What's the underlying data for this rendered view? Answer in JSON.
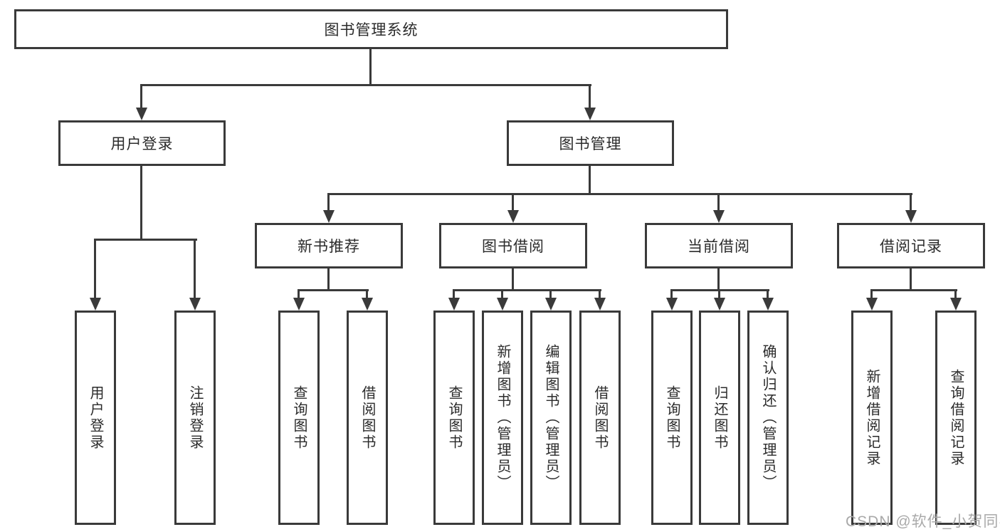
{
  "diagram": {
    "title_node": "图书管理系统",
    "level2": [
      {
        "label": "用户登录"
      },
      {
        "label": "图书管理"
      }
    ],
    "level3": [
      {
        "label": "新书推荐",
        "parent": "图书管理"
      },
      {
        "label": "图书借阅",
        "parent": "图书管理"
      },
      {
        "label": "当前借阅",
        "parent": "图书管理"
      },
      {
        "label": "借阅记录",
        "parent": "图书管理"
      }
    ],
    "leaves": [
      {
        "label": "用户登录",
        "parent": "用户登录"
      },
      {
        "label": "注销登录",
        "parent": "用户登录"
      },
      {
        "label": "查询图书",
        "parent": "新书推荐"
      },
      {
        "label": "借阅图书",
        "parent": "新书推荐"
      },
      {
        "label": "查询图书",
        "parent": "图书借阅"
      },
      {
        "label": "新增图书（管理员）",
        "parent": "图书借阅"
      },
      {
        "label": "编辑图书（管理员）",
        "parent": "图书借阅"
      },
      {
        "label": "借阅图书",
        "parent": "图书借阅"
      },
      {
        "label": "查询图书",
        "parent": "当前借阅"
      },
      {
        "label": "归还图书",
        "parent": "当前借阅"
      },
      {
        "label": "确认归还（管理员）",
        "parent": "当前借阅"
      },
      {
        "label": "新增借阅记录",
        "parent": "借阅记录"
      },
      {
        "label": "查询借阅记录",
        "parent": "借阅记录"
      }
    ],
    "watermark": "CSDN @软件_小贺同学",
    "colors": {
      "line": "#3a3a3a",
      "text": "#2b2b2b",
      "watermark": "#a9a9a9",
      "background": "#ffffff"
    }
  }
}
